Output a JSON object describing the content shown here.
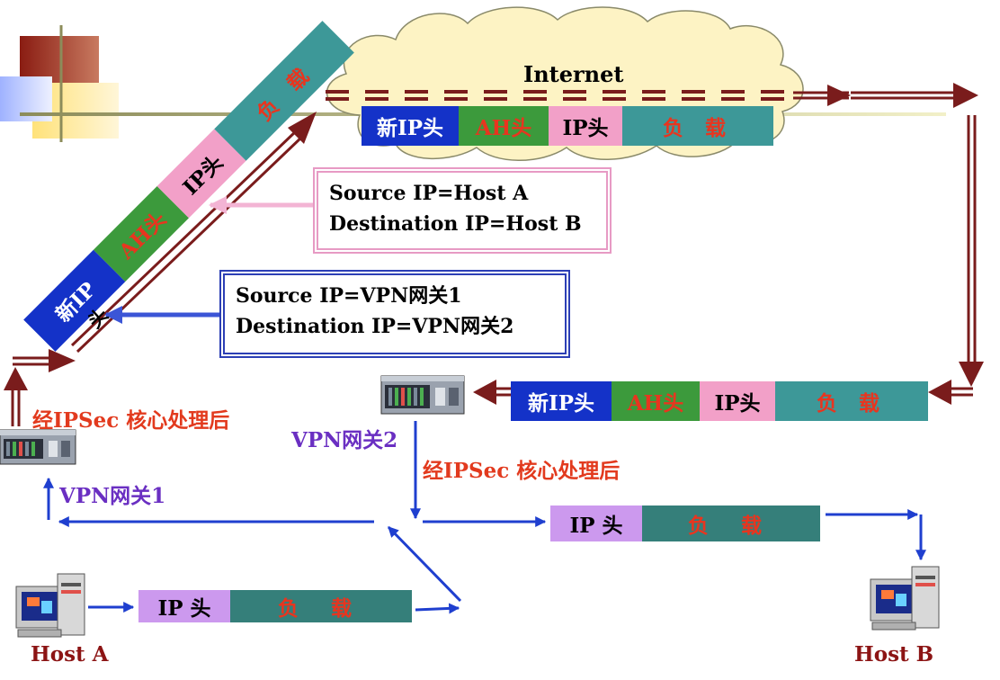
{
  "internet": {
    "label": "Internet"
  },
  "packet_top": {
    "new_ip": "新IP头",
    "ah": "AH头",
    "ip": "IP头",
    "payload": "负 载"
  },
  "packet_diagonal": {
    "new_ip": "新IP",
    "new_ip_tail": "头",
    "ah": "AH头",
    "ip": "IP头",
    "payload": "负 载"
  },
  "packet_right": {
    "new_ip": "新IP头",
    "ah": "AH头",
    "ip": "IP头",
    "payload": "负 载"
  },
  "packet_after_vpn2": {
    "ip": "IP 头",
    "payload": "负 载"
  },
  "packet_host_a": {
    "ip": "IP 头",
    "payload": "负 载"
  },
  "inner_header_box": {
    "line1": "Source IP=Host A",
    "line2": "Destination IP=Host B"
  },
  "outer_header_box": {
    "line1": "Source IP=VPN网关1",
    "line2": "Destination IP=VPN网关2"
  },
  "labels": {
    "after_ipsec_1": "经IPSec 核心处理后",
    "after_ipsec_2": "经IPSec 核心处理后",
    "vpn_gateway_1": "VPN网关1",
    "vpn_gateway_2": "VPN网关2",
    "host_a": "Host A",
    "host_b": "Host B"
  },
  "colors": {
    "new_ip_header": "#1432c8",
    "ah_header": "#3c9a3c",
    "ip_header": "#f2a0c8",
    "payload": "#3d9898",
    "payload_dark": "#357f7a",
    "ip_header_light": "#cc99ee",
    "tunnel_red": "#7a1c1c",
    "flow_blue": "#1f3fcf"
  }
}
